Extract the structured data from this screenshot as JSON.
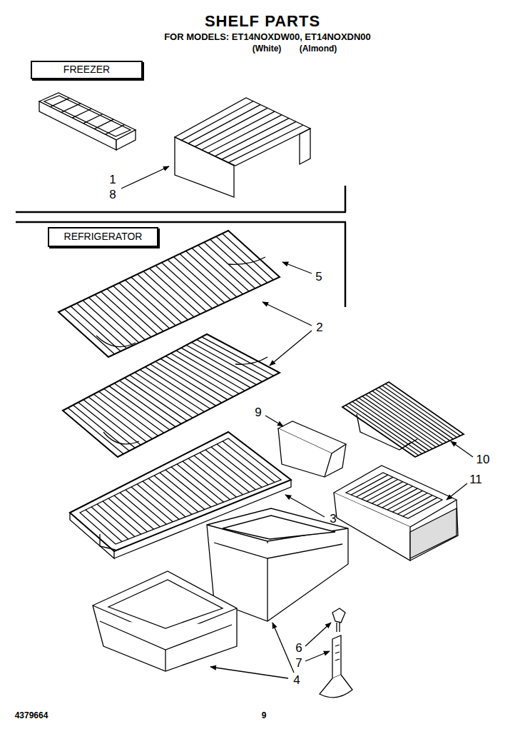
{
  "diagram": {
    "title": "SHELF PARTS",
    "nodes": [
      {
        "text": [
          "FREEZER"
        ]
      },
      {
        "text": [
          "REFRIGERATOR"
        ]
      }
    ],
    "labels": [
      "FOR MODELS: ET14NOXDW00, ET14NOXDN00",
      "(White)",
      "(Almond)",
      "1",
      "8",
      "5",
      "2",
      "9",
      "10",
      "3",
      "11",
      "6",
      "7",
      "4",
      "4379664",
      "9"
    ]
  }
}
